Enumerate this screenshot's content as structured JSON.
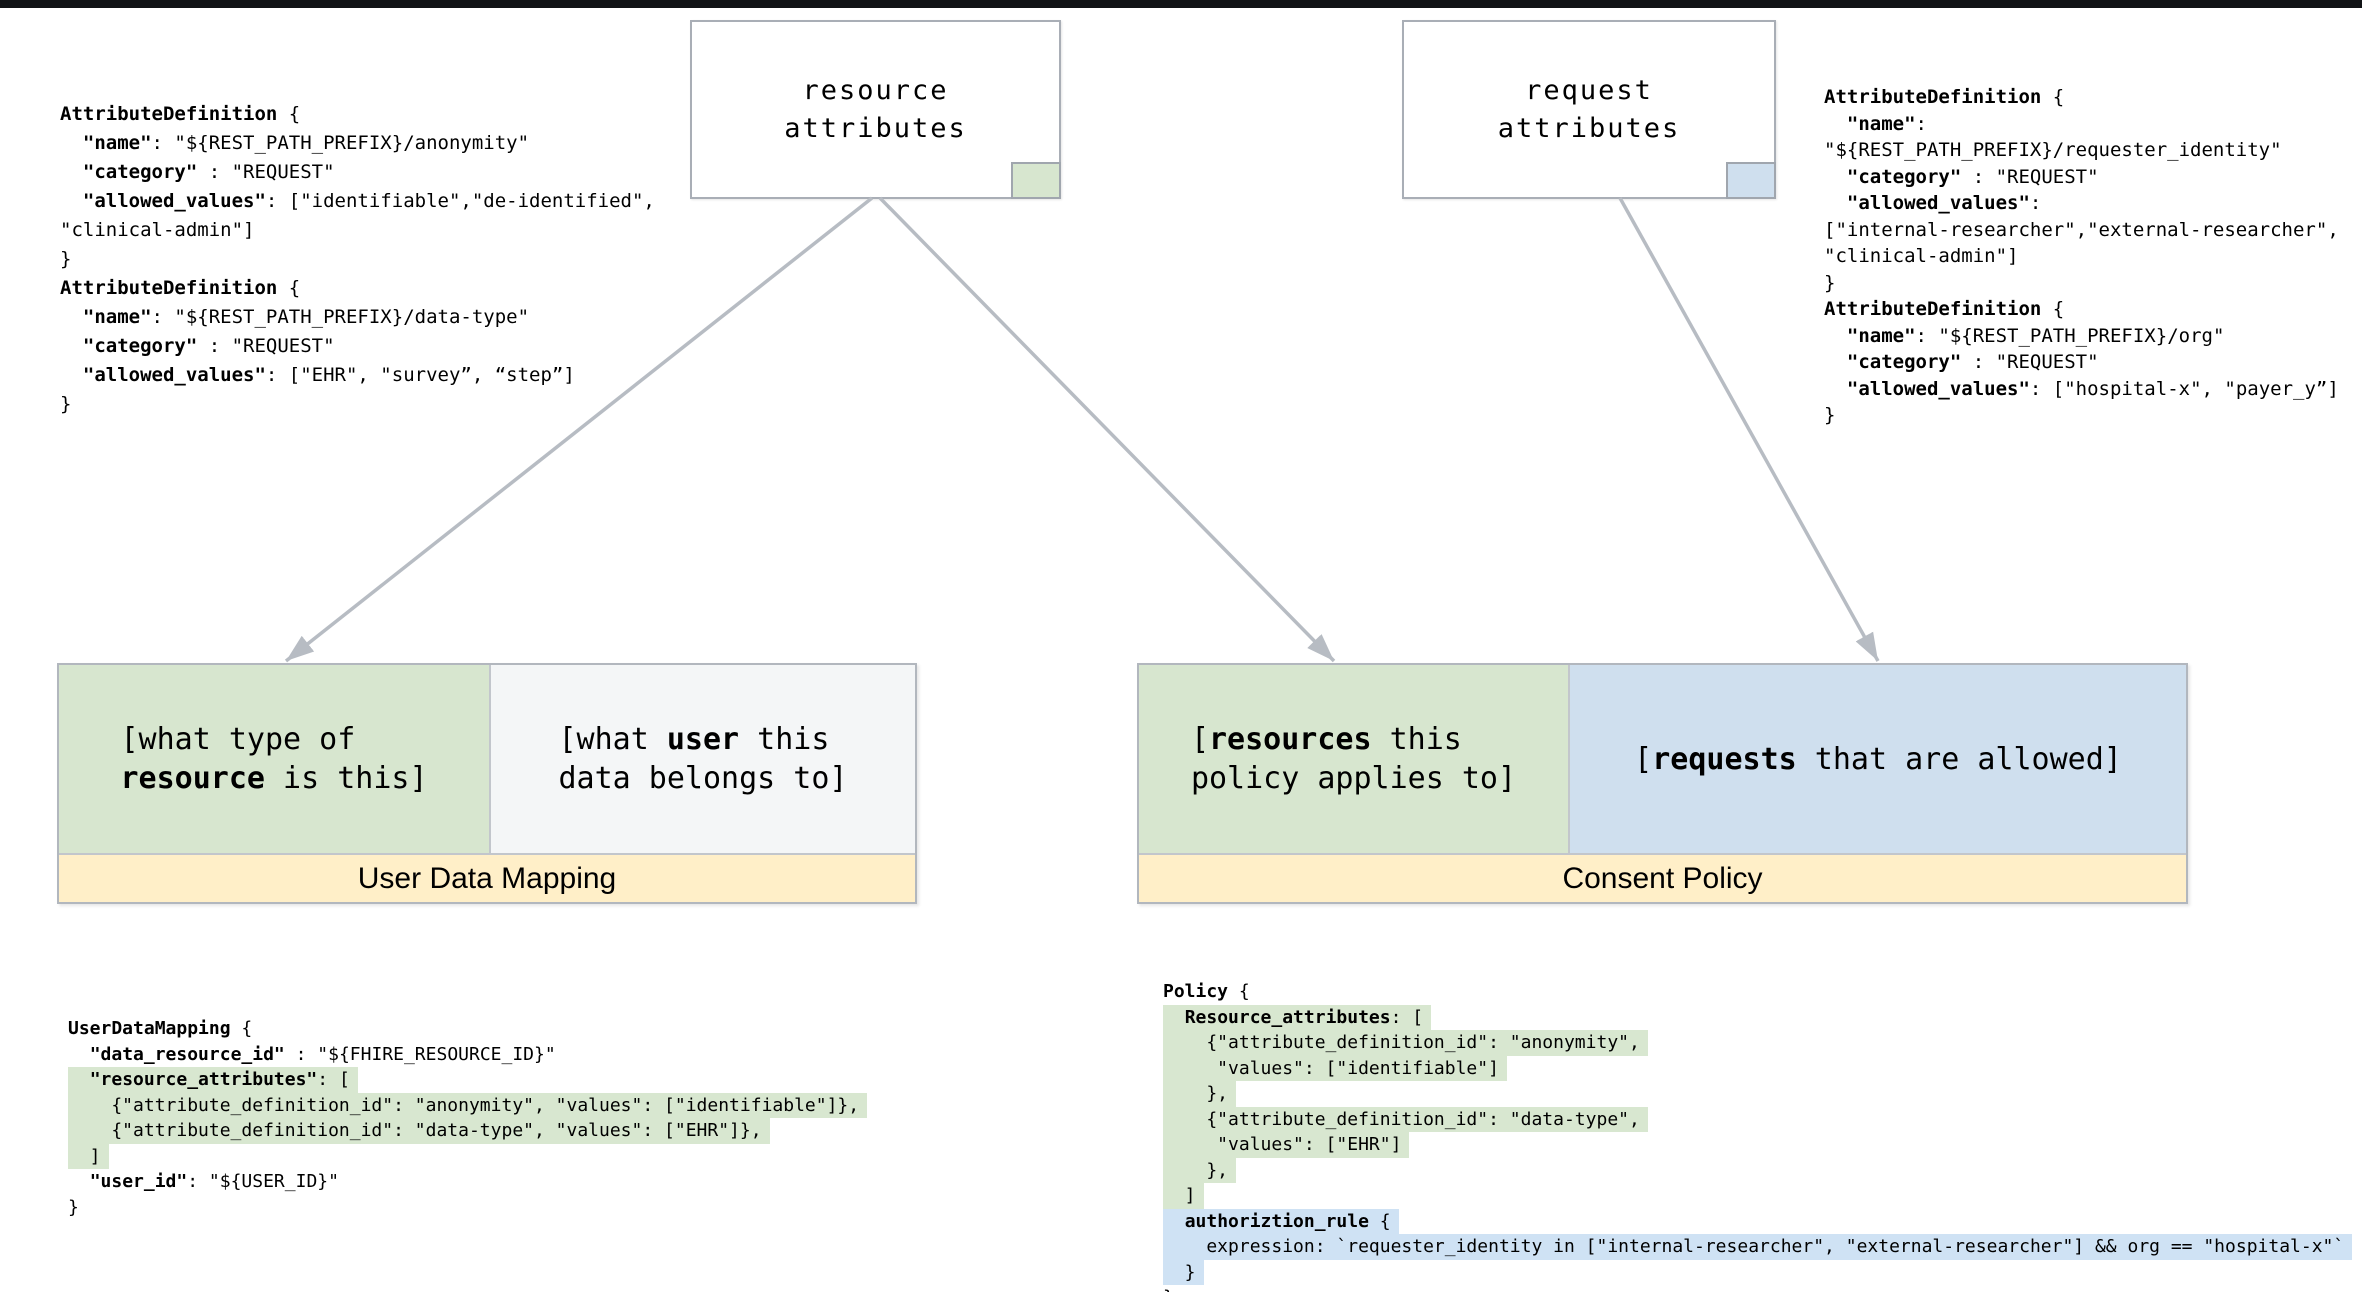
{
  "colors": {
    "green": "#d7e6cf",
    "blue": "#cfdfee",
    "gray_cell": "#f4f6f7",
    "yellow": "#ffefc8",
    "hl_green": "#d8e7d0",
    "hl_blue": "#cfe2f4",
    "border_gray": "#b2b7be",
    "arrow_gray": "#b7bcc3"
  },
  "boxes": {
    "resource_attributes": {
      "label": "resource\nattributes"
    },
    "request_attributes": {
      "label": "request\nattributes"
    }
  },
  "user_data_mapping": {
    "title": "User Data Mapping",
    "resource_cell": [
      [
        "r",
        "[what type of\n"
      ],
      [
        "b",
        "resource"
      ],
      [
        "r",
        " is this]"
      ]
    ],
    "user_cell": [
      [
        "r",
        "[what "
      ],
      [
        "b",
        "user"
      ],
      [
        "r",
        " this\ndata belongs to]"
      ]
    ]
  },
  "consent_policy": {
    "title": "Consent Policy",
    "resources_cell": [
      [
        "r",
        "["
      ],
      [
        "b",
        "resources"
      ],
      [
        "r",
        " this\npolicy applies to]"
      ]
    ],
    "requests_cell": [
      [
        "r",
        "["
      ],
      [
        "b",
        "requests"
      ],
      [
        "r",
        " that are allowed]"
      ]
    ]
  },
  "code_blocks": {
    "attr_defs_left": {
      "lines": [
        {
          "hl": null,
          "parts": [
            [
              "b",
              "AttributeDefinition"
            ],
            [
              "r",
              " {"
            ]
          ]
        },
        {
          "hl": null,
          "parts": [
            [
              "r",
              "  "
            ],
            [
              "b",
              "\"name\""
            ],
            [
              "r",
              ": \"${REST_PATH_PREFIX}/anonymity\""
            ]
          ]
        },
        {
          "hl": null,
          "parts": [
            [
              "r",
              "  "
            ],
            [
              "b",
              "\"category\""
            ],
            [
              "r",
              " : \"REQUEST\""
            ]
          ]
        },
        {
          "hl": null,
          "parts": [
            [
              "r",
              "  "
            ],
            [
              "b",
              "\"allowed_values\""
            ],
            [
              "r",
              ": [\"identifiable\",\"de-identified\","
            ]
          ]
        },
        {
          "hl": null,
          "parts": [
            [
              "r",
              "\"clinical-admin\"]"
            ]
          ]
        },
        {
          "hl": null,
          "parts": [
            [
              "r",
              "}"
            ]
          ]
        },
        {
          "hl": null,
          "parts": [
            [
              "b",
              "AttributeDefinition"
            ],
            [
              "r",
              " {"
            ]
          ]
        },
        {
          "hl": null,
          "parts": [
            [
              "r",
              "  "
            ],
            [
              "b",
              "\"name\""
            ],
            [
              "r",
              ": \"${REST_PATH_PREFIX}/data-type\""
            ]
          ]
        },
        {
          "hl": null,
          "parts": [
            [
              "r",
              "  "
            ],
            [
              "b",
              "\"category\""
            ],
            [
              "r",
              " : \"REQUEST\""
            ]
          ]
        },
        {
          "hl": null,
          "parts": [
            [
              "r",
              "  "
            ],
            [
              "b",
              "\"allowed_values\""
            ],
            [
              "r",
              ": [\"EHR\", \"survey”, “step”]"
            ]
          ]
        },
        {
          "hl": null,
          "parts": [
            [
              "r",
              "}"
            ]
          ]
        }
      ]
    },
    "attr_defs_right": {
      "lines": [
        {
          "hl": null,
          "parts": [
            [
              "b",
              "AttributeDefinition"
            ],
            [
              "r",
              " {"
            ]
          ]
        },
        {
          "hl": null,
          "parts": [
            [
              "r",
              "  "
            ],
            [
              "b",
              "\"name\""
            ],
            [
              "r",
              ":"
            ]
          ]
        },
        {
          "hl": null,
          "parts": [
            [
              "r",
              "\"${REST_PATH_PREFIX}/requester_identity\""
            ]
          ]
        },
        {
          "hl": null,
          "parts": [
            [
              "r",
              "  "
            ],
            [
              "b",
              "\"category\""
            ],
            [
              "r",
              " : \"REQUEST\""
            ]
          ]
        },
        {
          "hl": null,
          "parts": [
            [
              "r",
              "  "
            ],
            [
              "b",
              "\"allowed_values\""
            ],
            [
              "r",
              ":"
            ]
          ]
        },
        {
          "hl": null,
          "parts": [
            [
              "r",
              "[\"internal-researcher\",\"external-researcher\","
            ]
          ]
        },
        {
          "hl": null,
          "parts": [
            [
              "r",
              "\"clinical-admin\"]"
            ]
          ]
        },
        {
          "hl": null,
          "parts": [
            [
              "r",
              "}"
            ]
          ]
        },
        {
          "hl": null,
          "parts": [
            [
              "b",
              "AttributeDefinition"
            ],
            [
              "r",
              " {"
            ]
          ]
        },
        {
          "hl": null,
          "parts": [
            [
              "r",
              "  "
            ],
            [
              "b",
              "\"name\""
            ],
            [
              "r",
              ": \"${REST_PATH_PREFIX}/org\""
            ]
          ]
        },
        {
          "hl": null,
          "parts": [
            [
              "r",
              "  "
            ],
            [
              "b",
              "\"category\""
            ],
            [
              "r",
              " : \"REQUEST\""
            ]
          ]
        },
        {
          "hl": null,
          "parts": [
            [
              "r",
              "  "
            ],
            [
              "b",
              "\"allowed_values\""
            ],
            [
              "r",
              ": [\"hospital-x\", \"payer_y”]"
            ]
          ]
        },
        {
          "hl": null,
          "parts": [
            [
              "r",
              "}"
            ]
          ]
        }
      ]
    },
    "user_data_mapping_json": {
      "lines": [
        {
          "hl": null,
          "parts": [
            [
              "b",
              "UserDataMapping"
            ],
            [
              "r",
              " {"
            ]
          ]
        },
        {
          "hl": null,
          "parts": [
            [
              "r",
              "  "
            ],
            [
              "b",
              "\"data_resource_id\""
            ],
            [
              "r",
              " : \"${FHIRE_RESOURCE_ID}\""
            ]
          ]
        },
        {
          "hl": "green",
          "parts": [
            [
              "r",
              "  "
            ],
            [
              "b",
              "\"resource_attributes\""
            ],
            [
              "r",
              ": ["
            ]
          ]
        },
        {
          "hl": "green",
          "parts": [
            [
              "r",
              "    {\"attribute_definition_id\": \"anonymity\", \"values\": [\"identifiable\"]},"
            ]
          ]
        },
        {
          "hl": "green",
          "parts": [
            [
              "r",
              "    {\"attribute_definition_id\": \"data-type\", \"values\": [\"EHR\"]},"
            ]
          ]
        },
        {
          "hl": "green",
          "parts": [
            [
              "r",
              "  ]"
            ]
          ]
        },
        {
          "hl": null,
          "parts": [
            [
              "r",
              "  "
            ],
            [
              "b",
              "\"user_id\""
            ],
            [
              "r",
              ": \"${USER_ID}\""
            ]
          ]
        },
        {
          "hl": null,
          "parts": [
            [
              "r",
              "}"
            ]
          ]
        }
      ]
    },
    "policy_json": {
      "lines": [
        {
          "hl": null,
          "parts": [
            [
              "b",
              "Policy"
            ],
            [
              "r",
              " {"
            ]
          ]
        },
        {
          "hl": "green",
          "parts": [
            [
              "r",
              "  "
            ],
            [
              "b",
              "Resource_attributes"
            ],
            [
              "r",
              ": ["
            ]
          ]
        },
        {
          "hl": "green",
          "parts": [
            [
              "r",
              "    {\"attribute_definition_id\": \"anonymity\","
            ]
          ]
        },
        {
          "hl": "green",
          "parts": [
            [
              "r",
              "     \"values\": [\"identifiable\"]"
            ]
          ]
        },
        {
          "hl": "green",
          "parts": [
            [
              "r",
              "    },"
            ]
          ]
        },
        {
          "hl": "green",
          "parts": [
            [
              "r",
              "    {\"attribute_definition_id\": \"data-type\","
            ]
          ]
        },
        {
          "hl": "green",
          "parts": [
            [
              "r",
              "     \"values\": [\"EHR\"]"
            ]
          ]
        },
        {
          "hl": "green",
          "parts": [
            [
              "r",
              "    },"
            ]
          ]
        },
        {
          "hl": "green",
          "parts": [
            [
              "r",
              "  ]"
            ]
          ]
        },
        {
          "hl": "blue",
          "parts": [
            [
              "r",
              "  "
            ],
            [
              "b",
              "authoriztion_rule"
            ],
            [
              "r",
              " {"
            ]
          ]
        },
        {
          "hl": "blue",
          "parts": [
            [
              "r",
              "    expression: `requester_identity in [\"internal-researcher\", \"external-researcher\"] && org == \"hospital-x\"`"
            ]
          ]
        },
        {
          "hl": "blue",
          "parts": [
            [
              "r",
              "  }"
            ]
          ]
        },
        {
          "hl": null,
          "parts": [
            [
              "r",
              "}"
            ]
          ]
        }
      ]
    }
  }
}
